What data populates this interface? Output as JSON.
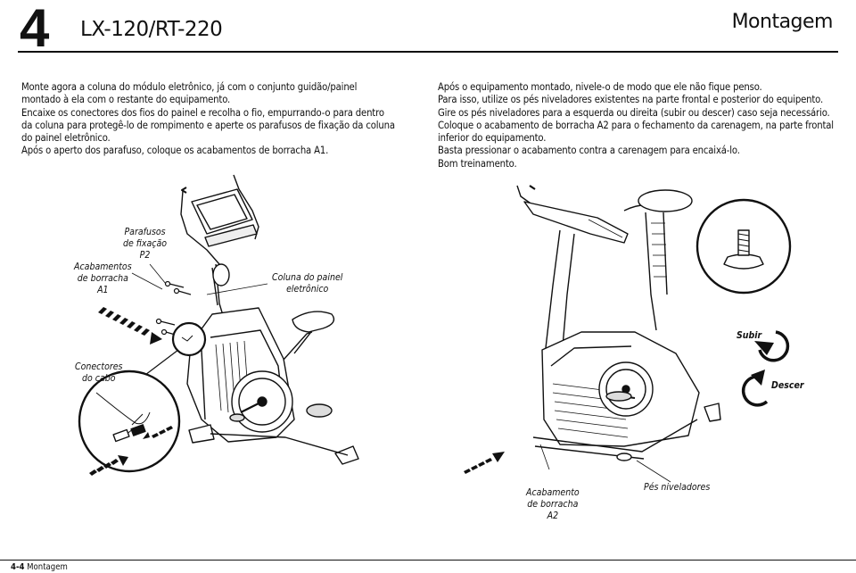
{
  "header": {
    "chapter_number": "4",
    "model": "LX-120/RT-220",
    "section": "Montagem"
  },
  "left_text": {
    "lines": [
      "Monte agora a coluna do módulo eletrônico, já com o conjunto guidão/painel",
      "montado à ela com o restante do equipamento.",
      "Encaixe os conectores dos fios do painel e recolha o fio, empurrando-o para dentro",
      "da coluna para protegê-lo de rompimento e aperte os parafusos de fixação da coluna",
      "do painel eletrônico.",
      "Após o aperto dos parafuso, coloque os acabamentos de borracha A1."
    ]
  },
  "right_text": {
    "lines": [
      "Após o equipamento montado, nivele-o de modo que ele não fique penso.",
      "Para isso, utilize os pés niveladores existentes na parte frontal e posterior do equipento.",
      "Gire os pés niveladores para a esquerda ou direita (subir ou descer) caso seja necessário.",
      "Coloque o acabamento de borracha A2 para o fechamento da carenagem, na parte frontal",
      "inferior do equipamento.",
      "Basta pressionar o acabamento contra a carenagem para encaixá-lo.",
      "Bom treinamento."
    ]
  },
  "left_figure": {
    "labels": {
      "parafusos": [
        "Parafusos",
        "de fixação",
        "P2"
      ],
      "acabamentos": [
        "Acabamentos",
        "de borracha",
        "A1"
      ],
      "coluna": [
        "Coluna do painel",
        "eletrônico"
      ],
      "conectores": [
        "Conectores",
        "do cabo"
      ]
    }
  },
  "right_figure": {
    "labels": {
      "subir": "Subir",
      "descer": "Descer",
      "acabamento": [
        "Acabamento",
        "de borracha",
        "A2"
      ],
      "pes": "Pés niveladores"
    }
  },
  "footer": {
    "page": "4-4",
    "section": "Montagem"
  }
}
